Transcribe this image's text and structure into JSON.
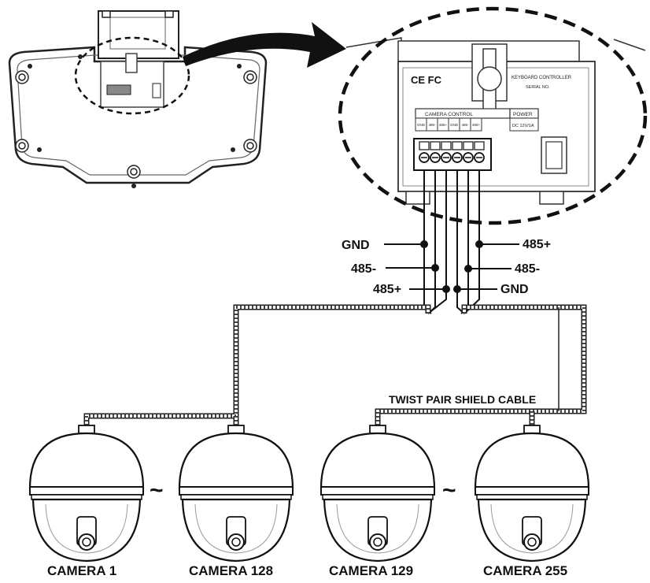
{
  "controller": {
    "cert_mark": "CE FC",
    "model_text": "KEYBOARD CONTROLLER",
    "serial_text": "SERIAL NO.",
    "camera_control_label": "CAMERA CONTROL",
    "power_label": "POWER",
    "power_rating": "DC 12V/1A",
    "terminals": [
      "GND",
      "485-",
      "485+",
      "GND",
      "485-",
      "485+"
    ]
  },
  "wire_labels": {
    "left_gnd": "GND",
    "left_485_minus": "485-",
    "left_485_plus": "485+",
    "right_485_plus": "485+",
    "right_485_minus": "485-",
    "right_gnd": "GND"
  },
  "cable_label": "TWIST PAIR SHIELD CABLE",
  "cameras": [
    {
      "label": "CAMERA 1"
    },
    {
      "label": "CAMERA 128"
    },
    {
      "label": "CAMERA 129"
    },
    {
      "label": "CAMERA 255"
    }
  ],
  "range_separator": "~"
}
